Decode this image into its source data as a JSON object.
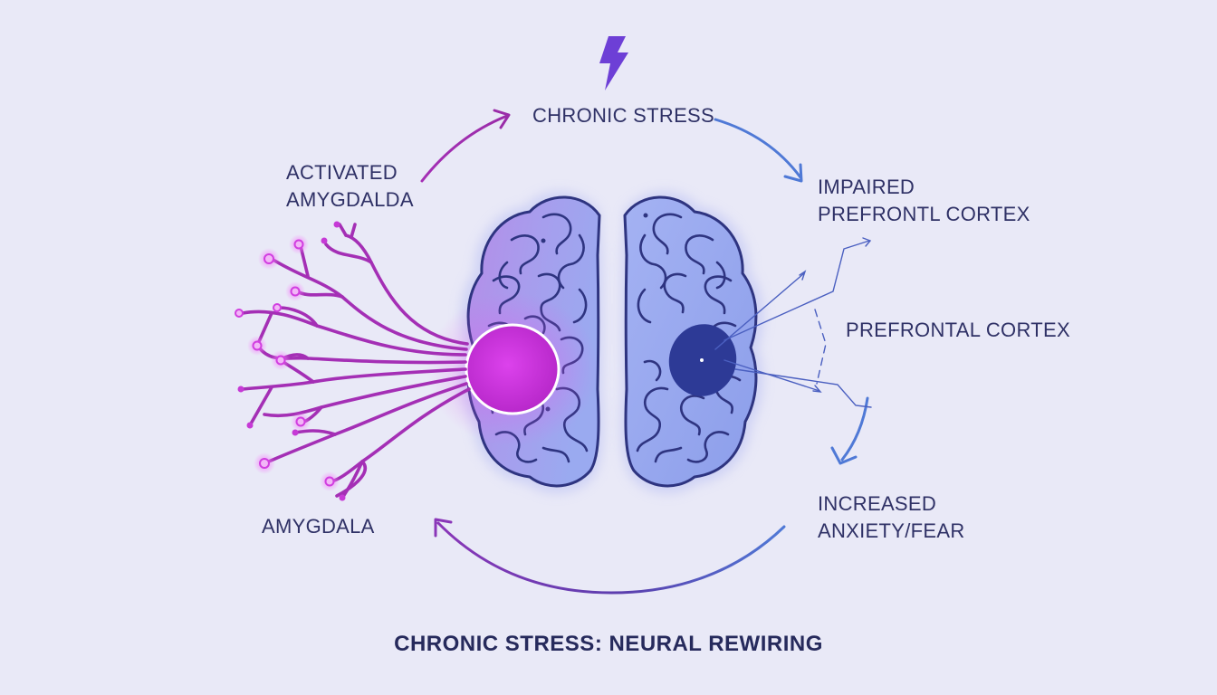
{
  "title": "CHRONIC STRESS: NEURAL REWIRING",
  "labels": {
    "chronic_stress": "CHRONIC STRESS",
    "impaired_line1": "IMPAIRED",
    "impaired_line2": "PREFRONTL CORTEX",
    "prefrontal_cortex": "PREFRONTAL CORTEX",
    "increased_line1": "INCREASED",
    "increased_line2": "ANXIETY/FEAR",
    "amygdala": "AMYGDALA",
    "activated_line1": "ACTIVATED",
    "activated_line2": "AMYGDALDA"
  },
  "icons": {
    "stress": "lightning-bolt"
  },
  "colors": {
    "background": "#e9e9f7",
    "text": "#2f3166",
    "amygdala": "#d13ee0",
    "magenta": "#a42fb5",
    "blue": "#4f79d6",
    "brain_fill": "#a8b0ee",
    "brain_outline": "#2e3480",
    "cortex_spot": "#2d3a96"
  }
}
